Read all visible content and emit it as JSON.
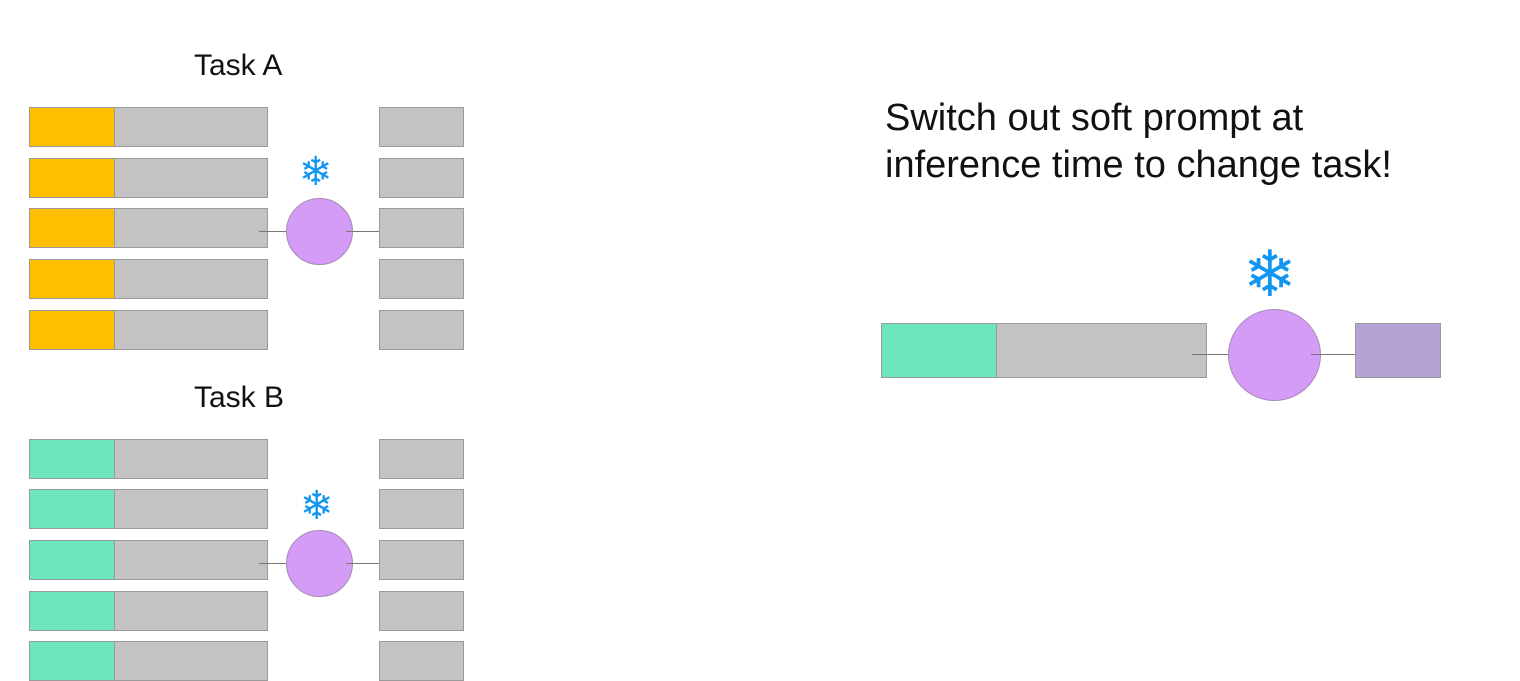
{
  "task_a": {
    "title": "Task A",
    "prompt_color": "#ffbf00"
  },
  "task_b": {
    "title": "Task B",
    "prompt_color": "#6ae5bd"
  },
  "caption": {
    "line1": "Switch out soft prompt at",
    "line2": "inference time to change task!"
  },
  "colors": {
    "token": "#c3c3c3",
    "model": "#d49cf7",
    "frozen_icon": "#1296f0",
    "output": "#b4a3d4"
  },
  "icons": {
    "model": "circle",
    "frozen": "snowflake-icon"
  }
}
